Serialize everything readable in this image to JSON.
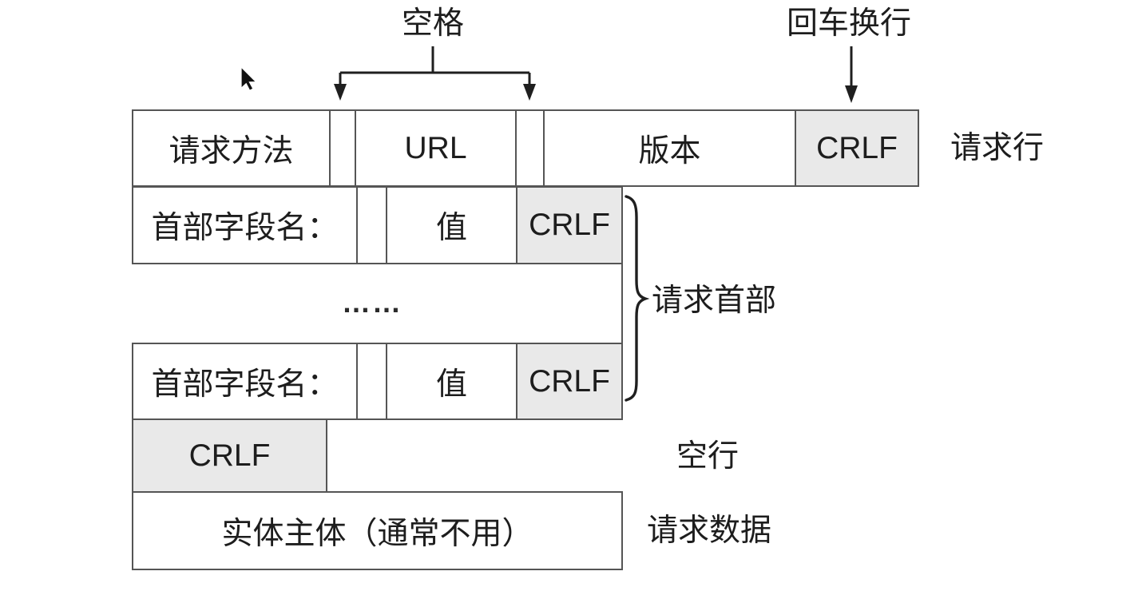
{
  "annotations": {
    "space": "空格",
    "crlf_arrow": "回车换行"
  },
  "request_line": {
    "method": "请求方法",
    "url": "URL",
    "version": "版本",
    "crlf": "CRLF",
    "label": "请求行"
  },
  "header_row": {
    "field_name": "首部字段名：",
    "value": "值",
    "crlf": "CRLF"
  },
  "ellipsis": "……",
  "request_headers": {
    "label": "请求首部"
  },
  "blank_line": {
    "crlf": "CRLF",
    "label": "空行"
  },
  "request_body": {
    "text": "实体主体（通常不用）",
    "label": "请求数据"
  },
  "colors": {
    "shaded_cell": "#e9e9e9",
    "border": "#555555",
    "text": "#1d1d1d",
    "annotation_line": "#1f1f1f"
  }
}
